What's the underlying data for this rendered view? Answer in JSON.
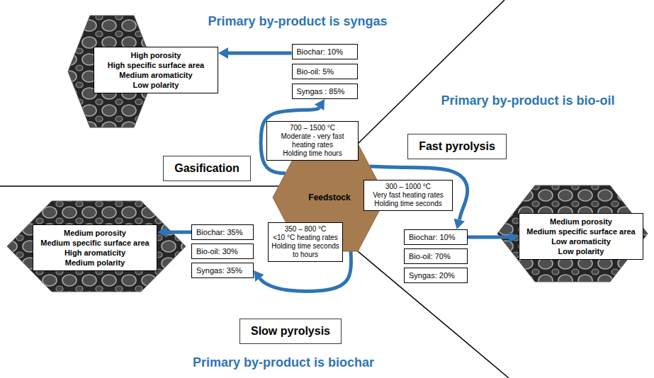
{
  "diagram": {
    "nodes": [
      {
        "text": [
          "Feedstock"
        ]
      },
      {
        "text": [
          "Gasification"
        ]
      },
      {
        "text": [
          "700 – 1500 °C",
          "Moderate - very fast heating rates",
          "Holding time hours"
        ]
      },
      {
        "text": [
          "Biochar: 10%"
        ]
      },
      {
        "text": [
          "Bio-oil: 5%"
        ]
      },
      {
        "text": [
          "Syngas : 85%"
        ]
      },
      {
        "text": [
          "High porosity",
          "High specific surface area",
          "Medium aromaticity",
          "Low polarity"
        ]
      },
      {
        "text": [
          "Fast pyrolysis"
        ]
      },
      {
        "text": [
          "300 – 1000 °C",
          "Very fast heating rates",
          "Holding time seconds"
        ]
      },
      {
        "text": [
          "Biochar: 10%"
        ]
      },
      {
        "text": [
          "Bio-oil: 70%"
        ]
      },
      {
        "text": [
          "Syngas: 20%"
        ]
      },
      {
        "text": [
          "Medium porosity",
          "Medium specific surface area",
          "Low aromaticity",
          "Low polarity"
        ]
      },
      {
        "text": [
          "350 – 800 °C",
          "<10 °C heating rates",
          "Holding time seconds to hours"
        ]
      },
      {
        "text": [
          "Biochar: 35%"
        ]
      },
      {
        "text": [
          "Bio-oil: 30%"
        ]
      },
      {
        "text": [
          "Syngas: 35%"
        ]
      },
      {
        "text": [
          "Medium porosity",
          "Medium specific surface area",
          "High aromaticity",
          "Medium polarity"
        ]
      },
      {
        "text": [
          "Slow pyrolysis"
        ]
      }
    ],
    "edges": [
      {
        "from": 0,
        "to": 5,
        "arrow": "to"
      },
      {
        "from": 3,
        "to": 6,
        "arrow": "to"
      },
      {
        "from": 0,
        "to": 9,
        "arrow": "to"
      },
      {
        "from": 9,
        "to": 12,
        "arrow": "to"
      },
      {
        "from": 0,
        "to": 16,
        "arrow": "to"
      },
      {
        "from": 14,
        "to": 17,
        "arrow": "to"
      }
    ],
    "labels": [
      "Primary by-product is syngas",
      "Primary by-product is bio-oil",
      "Primary by-product is biochar"
    ]
  }
}
